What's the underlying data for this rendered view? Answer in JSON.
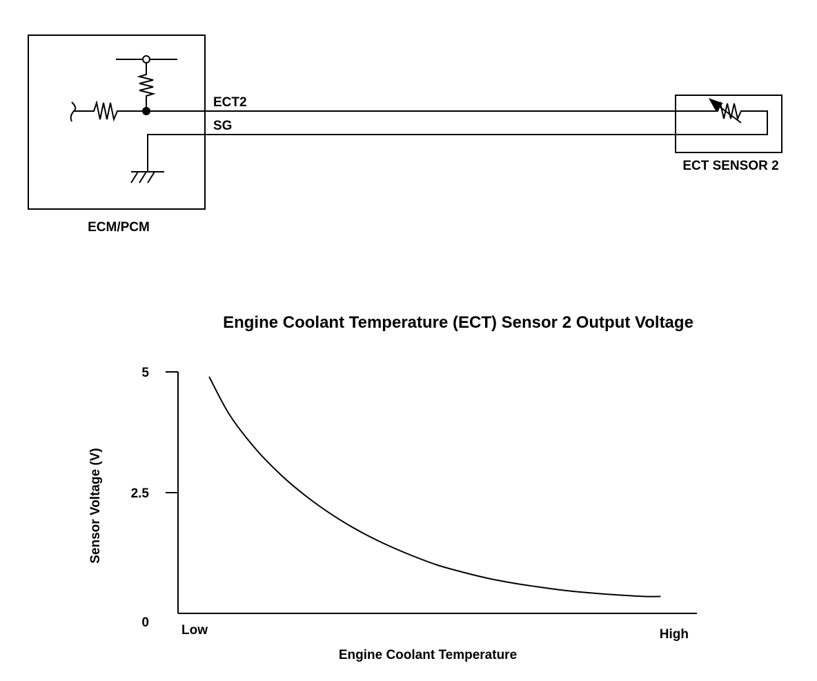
{
  "schematic": {
    "ecm_label": "ECM/PCM",
    "wire_ect2_label": "ECT2",
    "wire_sg_label": "SG",
    "sensor_label": "ECT SENSOR 2"
  },
  "chart_data": {
    "type": "line",
    "title": "Engine Coolant Temperature (ECT) Sensor 2 Output Voltage",
    "xlabel": "Engine Coolant Temperature",
    "ylabel": "Sensor Voltage (V)",
    "x_tick_labels": [
      "Low",
      "High"
    ],
    "y_ticks": [
      {
        "value": 5,
        "label": "5"
      },
      {
        "value": 2.5,
        "label": "2.5"
      },
      {
        "value": 0,
        "label": "0"
      }
    ],
    "ylim": [
      0,
      5
    ],
    "xlim": [
      0,
      1
    ],
    "grid": false,
    "series": [
      {
        "x": [
          0.06,
          0.1,
          0.15,
          0.2,
          0.25,
          0.3,
          0.35,
          0.4,
          0.45,
          0.5,
          0.55,
          0.6,
          0.65,
          0.7,
          0.75,
          0.8,
          0.85,
          0.9,
          0.93
        ],
        "values": [
          4.9,
          4.1,
          3.4,
          2.85,
          2.4,
          2.02,
          1.7,
          1.43,
          1.2,
          1.0,
          0.85,
          0.72,
          0.62,
          0.54,
          0.47,
          0.42,
          0.38,
          0.35,
          0.35
        ],
        "color": "#000000"
      }
    ]
  }
}
